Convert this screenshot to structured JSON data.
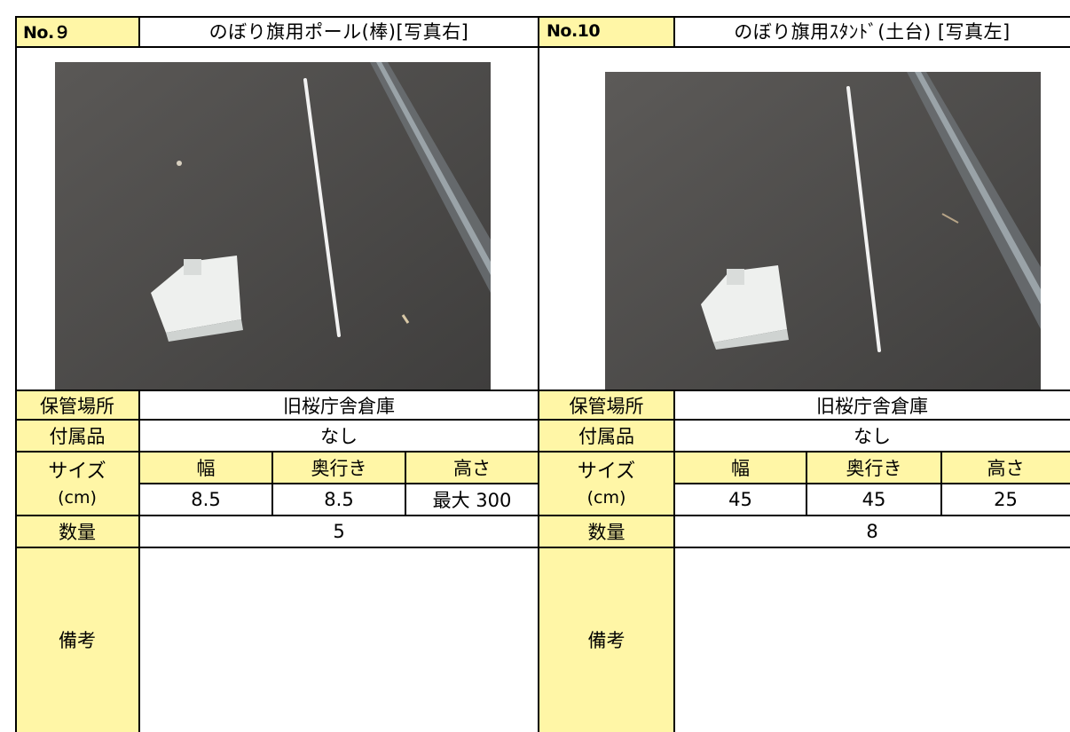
{
  "items": [
    {
      "no": "No.９",
      "title": "のぼり旗用ポール(棒)[写真右]",
      "photo_alt": "pole",
      "storage_label": "保管場所",
      "storage_value": "旧桜庁舎倉庫",
      "accessories_label": "付属品",
      "accessories_value": "なし",
      "size_label_1": "サイズ",
      "size_label_2": "(cm)",
      "size_headers": [
        "幅",
        "奥行き",
        "高さ"
      ],
      "size_values": [
        "8.5",
        "8.5",
        "最大 300"
      ],
      "quantity_label": "数量",
      "quantity_value": "5",
      "remarks_label": "備考",
      "remarks_value": ""
    },
    {
      "no": "No.10",
      "title": "のぼり旗用ｽﾀﾝﾄﾞ(土台) [写真左]",
      "photo_alt": "stand",
      "storage_label": "保管場所",
      "storage_value": "旧桜庁舎倉庫",
      "accessories_label": "付属品",
      "accessories_value": "なし",
      "size_label_1": "サイズ",
      "size_label_2": "(cm)",
      "size_headers": [
        "幅",
        "奥行き",
        "高さ"
      ],
      "size_values": [
        "45",
        "45",
        "25"
      ],
      "quantity_label": "数量",
      "quantity_value": "8",
      "remarks_label": "備考",
      "remarks_value": ""
    }
  ],
  "colors": {
    "label_fill": "#fff6a6",
    "line": "#000000",
    "asphalt": "#4a4847"
  }
}
